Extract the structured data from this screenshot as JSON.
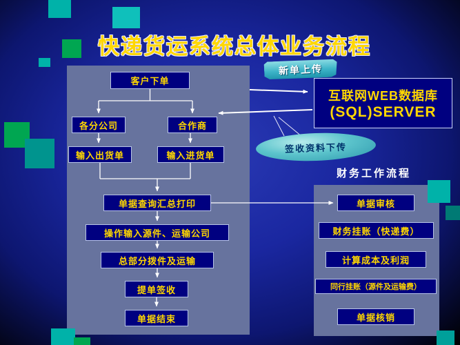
{
  "slide": {
    "title": "快递货运系统总体业务流程"
  },
  "upload_banner": {
    "label": "新单上传"
  },
  "database_box": {
    "line1": "互联网WEB数据库",
    "line2": "(SQL)SERVER"
  },
  "download_ellipse": {
    "label": "签收资料下传"
  },
  "main_flow": {
    "customer_order": "客户下单",
    "branch_company": "各分公司",
    "partner": "合作商",
    "enter_outbound": "输入出货单",
    "enter_inbound": "输入进货单",
    "steps": [
      "单据查询汇总打印",
      "操作输入源件、运输公司",
      "总部分拨件及运输",
      "提单签收",
      "单据结束"
    ]
  },
  "finance_section": {
    "title": "财务工作流程",
    "steps": [
      "单据审核",
      "财务挂账（快递费）",
      "计算成本及利润",
      "同行挂账（源件及运输费）",
      "单据核销"
    ]
  },
  "colors": {
    "background_blue": "#1a27a0",
    "panel_blue": "#67739e",
    "box_navy": "#000080",
    "text_yellow": "#ffd700",
    "accent_teal": "#00b2a9",
    "accent_green": "#00a651",
    "banner_teal": "#2fa8c0"
  }
}
